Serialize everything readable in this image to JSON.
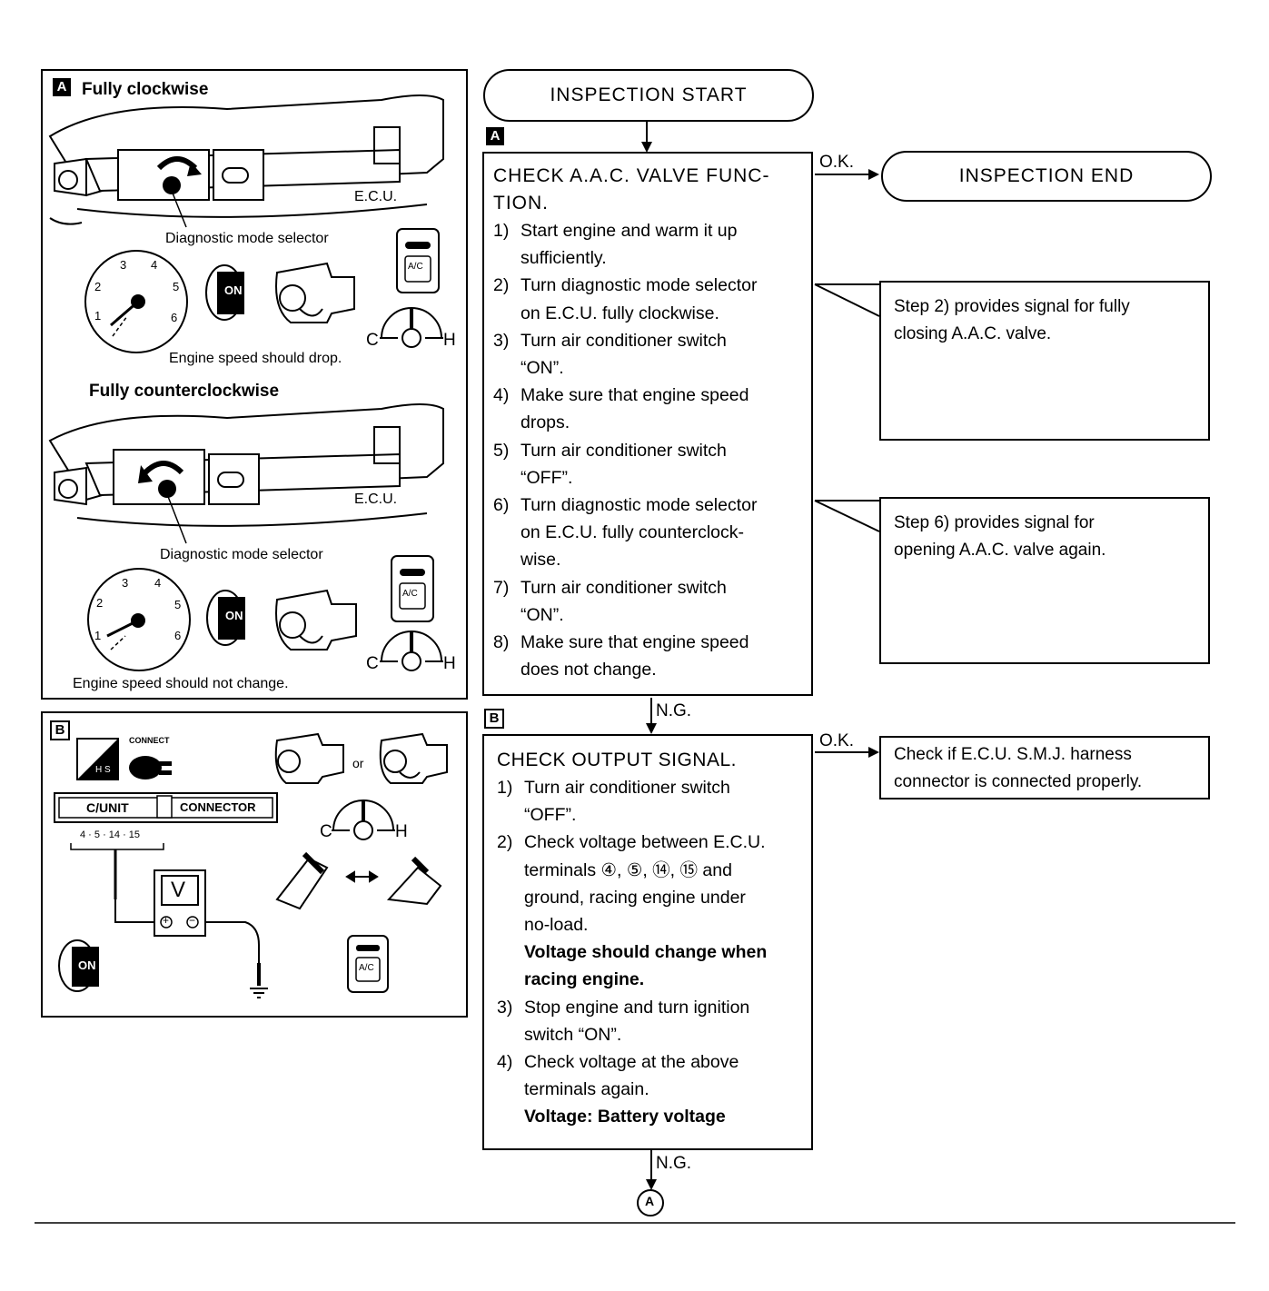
{
  "panel_a": {
    "badge": "A",
    "heading_cw": "Fully clockwise",
    "ecu_label_1": "E.C.U.",
    "selector_label_1": "Diagnostic mode selector",
    "caption_1": "Engine speed should drop.",
    "heading_ccw": "Fully counterclockwise",
    "ecu_label_2": "E.C.U.",
    "selector_label_2": "Diagnostic mode selector",
    "caption_2": "Engine speed should not change.",
    "gauge_ticks": [
      "1",
      "2",
      "3",
      "4",
      "5",
      "6"
    ],
    "key_label": "ON",
    "ac_label": "A/C",
    "temp_c": "C",
    "temp_h": "H"
  },
  "panel_b": {
    "badge": "B",
    "hs_label": "H S",
    "connect_label": "CONNECT",
    "cunit_label": "C/UNIT",
    "connector_label": "CONNECTOR",
    "terminals_label": "4 · 5 · 14 · 15",
    "or_label": "or",
    "voltmeter_label": "V",
    "plus": "+",
    "minus": "−",
    "key_label": "ON",
    "ac_label": "A/C",
    "temp_c": "C",
    "temp_h": "H"
  },
  "flow": {
    "start": "INSPECTION START",
    "end": "INSPECTION END",
    "ok_1": "O.K.",
    "ok_2": "O.K.",
    "ng_1": "N.G.",
    "ng_2": "N.G.",
    "connector_a": "A",
    "box_a": {
      "badge": "A",
      "title_line1": "CHECK A.A.C. VALVE FUNC-",
      "title_line2": "TION.",
      "steps": [
        {
          "num": "1)",
          "lines": [
            "Start engine and warm it up",
            "sufficiently."
          ]
        },
        {
          "num": "2)",
          "lines": [
            "Turn diagnostic mode selector",
            "on E.C.U. fully clockwise."
          ]
        },
        {
          "num": "3)",
          "lines": [
            "Turn air conditioner switch",
            "“ON”."
          ]
        },
        {
          "num": "4)",
          "lines": [
            "Make sure that engine speed",
            "drops."
          ]
        },
        {
          "num": "5)",
          "lines": [
            "Turn air conditioner switch",
            "“OFF”."
          ]
        },
        {
          "num": "6)",
          "lines": [
            "Turn diagnostic mode selector",
            "on E.C.U. fully counterclock-",
            "wise."
          ]
        },
        {
          "num": "7)",
          "lines": [
            "Turn air conditioner switch",
            "“ON”."
          ]
        },
        {
          "num": "8)",
          "lines": [
            "Make sure that engine speed",
            "does not change."
          ]
        }
      ]
    },
    "box_b": {
      "badge": "B",
      "title": "CHECK OUTPUT SIGNAL.",
      "steps": [
        {
          "num": "1)",
          "lines": [
            "Turn air conditioner switch",
            "“OFF”."
          ]
        },
        {
          "num": "2)",
          "lines": [
            "Check voltage between E.C.U.",
            "terminals ④, ⑤, ⑭, ⑮ and",
            "ground, racing engine under",
            "no-load."
          ],
          "note": [
            "Voltage should change when",
            "racing engine."
          ]
        },
        {
          "num": "3)",
          "lines": [
            "Stop engine and turn ignition",
            "switch “ON”."
          ]
        },
        {
          "num": "4)",
          "lines": [
            "Check voltage at the above",
            "terminals again."
          ],
          "note": [
            "Voltage:  Battery voltage"
          ]
        }
      ]
    },
    "note_step2": [
      "Step 2) provides signal for fully",
      "closing A.A.C. valve."
    ],
    "note_step6": [
      "Step 6) provides signal for",
      "opening A.A.C. valve again."
    ],
    "note_ok_b": [
      "Check if E.C.U. S.M.J. harness",
      "connector is connected properly."
    ]
  }
}
